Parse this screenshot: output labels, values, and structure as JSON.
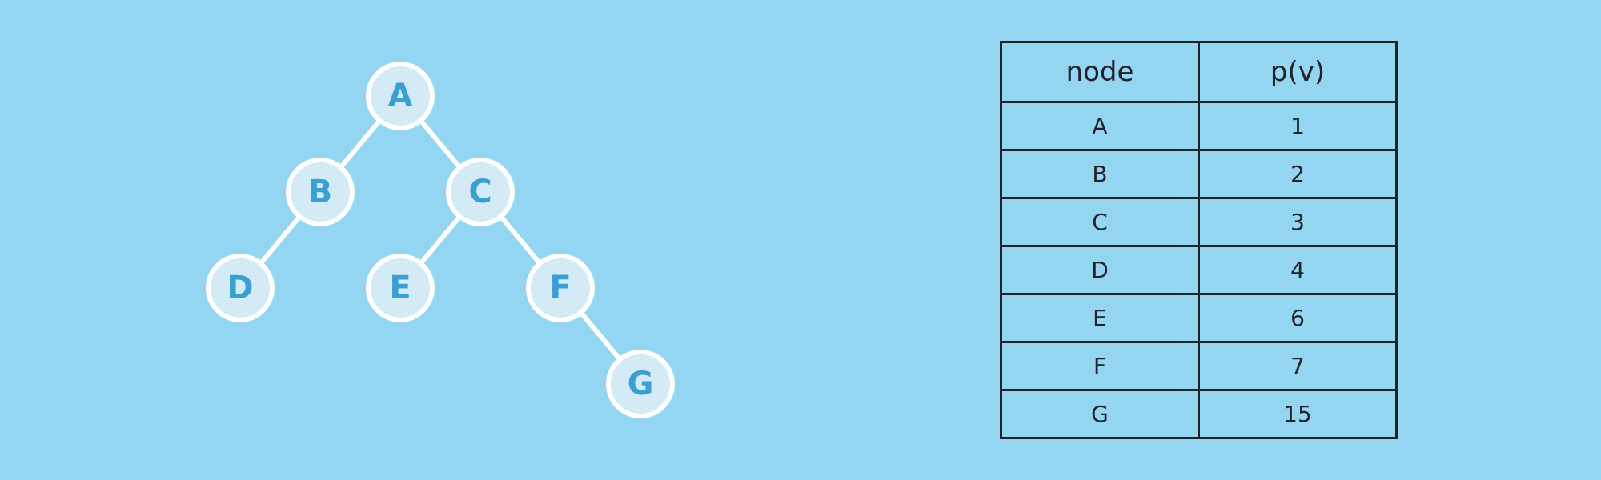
{
  "colors": {
    "background": "#94d6f2",
    "node_fill": "#d3ebf7",
    "node_stroke": "#ffffff",
    "edge": "#ffffff",
    "node_text": "#3b9fd4",
    "table_ink": "#1f2328"
  },
  "tree": {
    "nodes": [
      {
        "id": "A",
        "label": "A"
      },
      {
        "id": "B",
        "label": "B"
      },
      {
        "id": "C",
        "label": "C"
      },
      {
        "id": "D",
        "label": "D"
      },
      {
        "id": "E",
        "label": "E"
      },
      {
        "id": "F",
        "label": "F"
      },
      {
        "id": "G",
        "label": "G"
      }
    ],
    "edges": [
      {
        "from": "A",
        "to": "B"
      },
      {
        "from": "A",
        "to": "C"
      },
      {
        "from": "B",
        "to": "D"
      },
      {
        "from": "C",
        "to": "E"
      },
      {
        "from": "C",
        "to": "F"
      },
      {
        "from": "F",
        "to": "G"
      }
    ]
  },
  "table": {
    "headers": [
      "node",
      "p(v)"
    ],
    "rows": [
      [
        "A",
        "1"
      ],
      [
        "B",
        "2"
      ],
      [
        "C",
        "3"
      ],
      [
        "D",
        "4"
      ],
      [
        "E",
        "6"
      ],
      [
        "F",
        "7"
      ],
      [
        "G",
        "15"
      ]
    ]
  }
}
